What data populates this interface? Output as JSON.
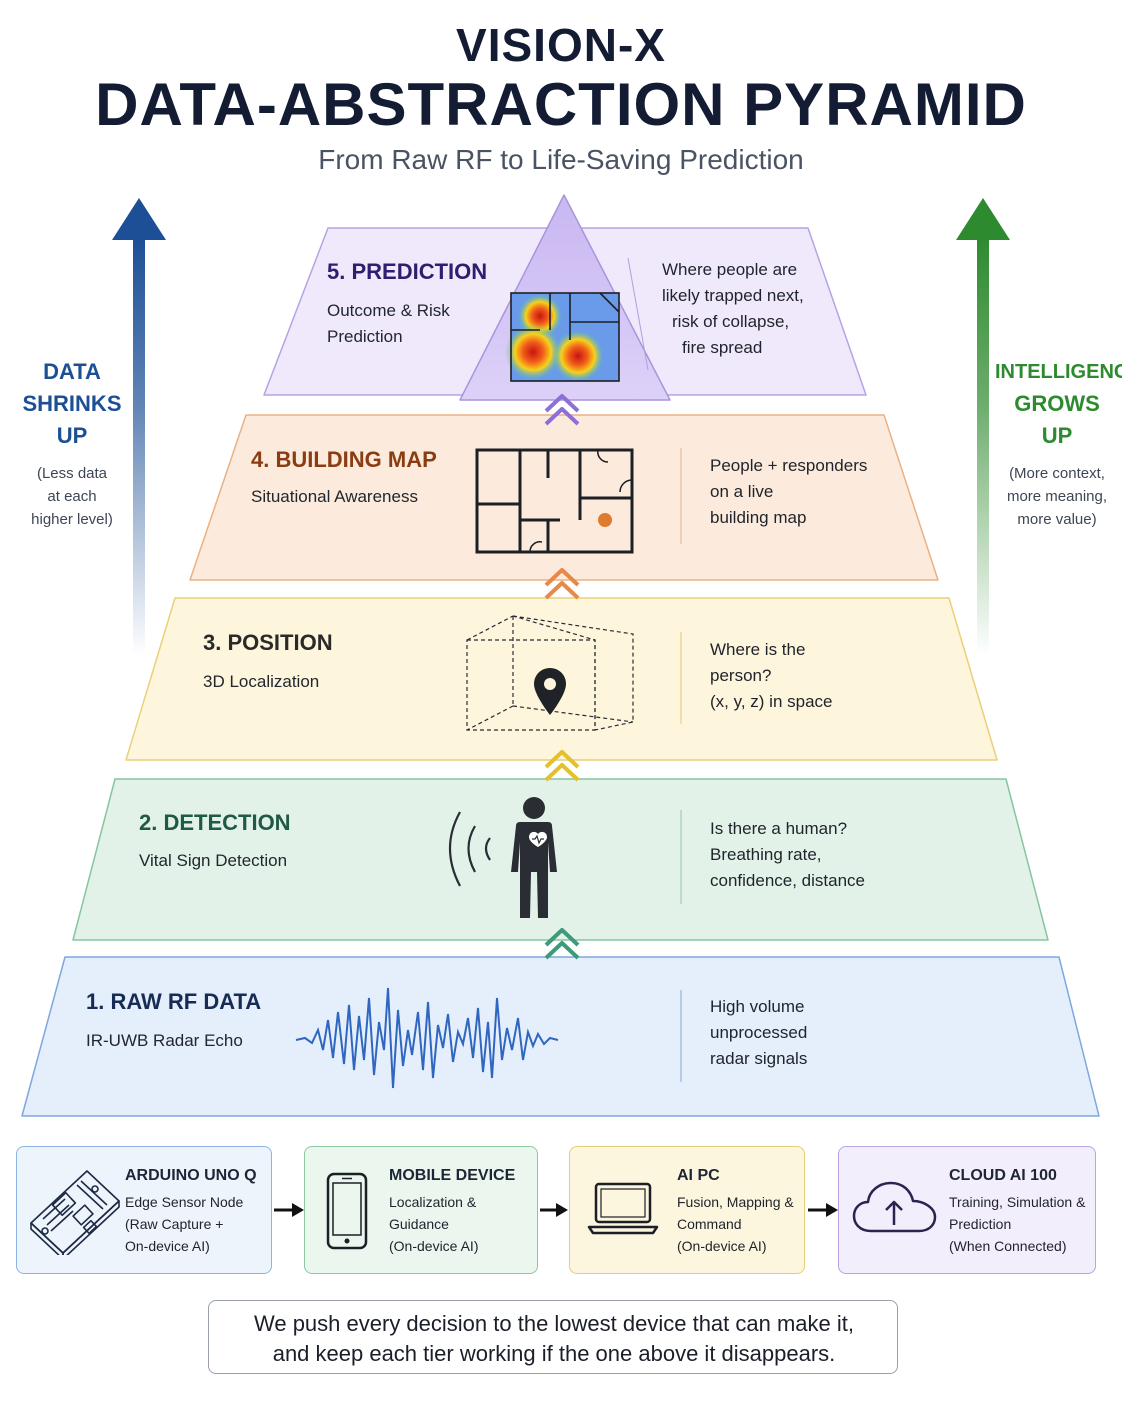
{
  "header": {
    "line1": "VISION-X",
    "line2": "DATA-ABSTRACTION PYRAMID",
    "subtitle": "From Raw RF to Life-Saving Prediction"
  },
  "left_axis": {
    "big": [
      "DATA",
      "SHRINKS",
      "UP"
    ],
    "small": [
      "(Less data",
      "at each",
      "higher level)"
    ],
    "color": "#1c4f95"
  },
  "right_axis": {
    "big": [
      "INTELLIGENCE",
      "GROWS",
      "UP"
    ],
    "small": [
      "(More context,",
      "more meaning,",
      "more value)"
    ],
    "color": "#2e8a2e"
  },
  "tiers": [
    {
      "title": "1. RAW RF DATA",
      "subtitle": [
        "IR-UWB Radar Echo"
      ],
      "description": [
        "High volume",
        "unprocessed",
        "radar signals"
      ],
      "icon": "waveform-icon",
      "fill": "#e5eefb",
      "stroke": "#7ea7df",
      "title_color": "#162c55"
    },
    {
      "title": "2. DETECTION",
      "subtitle": [
        "Vital Sign Detection"
      ],
      "description": [
        "Is there a human?",
        "Breathing rate,",
        "confidence, distance"
      ],
      "icon": "person-heartbeat-icon",
      "fill": "#e3f2e9",
      "stroke": "#86c59d",
      "title_color": "#1e5a44"
    },
    {
      "title": "3. POSITION",
      "subtitle": [
        "3D Localization"
      ],
      "description": [
        "Where is the",
        "person?",
        "(x, y, z) in space"
      ],
      "icon": "location-pin-cube-icon",
      "fill": "#fdf5dc",
      "stroke": "#ead07a",
      "title_color": "#2a2a2a"
    },
    {
      "title": "4. BUILDING MAP",
      "subtitle": [
        "Situational Awareness"
      ],
      "description": [
        "People + responders",
        "on a live",
        "building map"
      ],
      "icon": "floor-plan-icon",
      "fill": "#fcebdc",
      "stroke": "#eab184",
      "title_color": "#8a3c12"
    },
    {
      "title": "5. PREDICTION",
      "subtitle": [
        "Outcome & Risk",
        "Prediction"
      ],
      "description": [
        "Where people are",
        "likely trapped next,",
        "risk of collapse,",
        "fire spread"
      ],
      "icon": "heatmap-icon",
      "fill": "#efe9fb",
      "stroke": "#b6a3e3",
      "title_color": "#2f1e70"
    }
  ],
  "devices": [
    {
      "title": "ARDUINO UNO Q",
      "lines": [
        "Edge Sensor Node",
        "(Raw Capture +",
        "On-device AI)"
      ],
      "icon": "circuit-board-icon",
      "fill": "#eef4fc",
      "stroke": "#8fb4e3"
    },
    {
      "title": "MOBILE DEVICE",
      "lines": [
        "Localization &",
        "Guidance",
        "(On-device AI)"
      ],
      "icon": "smartphone-icon",
      "fill": "#eaf6ee",
      "stroke": "#8cc9a0"
    },
    {
      "title": "AI PC",
      "lines": [
        "Fusion, Mapping &",
        "Command",
        "(On-device AI)"
      ],
      "icon": "laptop-icon",
      "fill": "#fdf6de",
      "stroke": "#e8cd72"
    },
    {
      "title": "CLOUD AI 100",
      "lines": [
        "Training, Simulation &",
        "Prediction",
        "(When Connected)"
      ],
      "icon": "cloud-upload-icon",
      "fill": "#f3eefb",
      "stroke": "#b8a4e0"
    }
  ],
  "quote": [
    "We push every decision to the lowest device that can make it,",
    "and keep each tier working if the one above it disappears."
  ]
}
